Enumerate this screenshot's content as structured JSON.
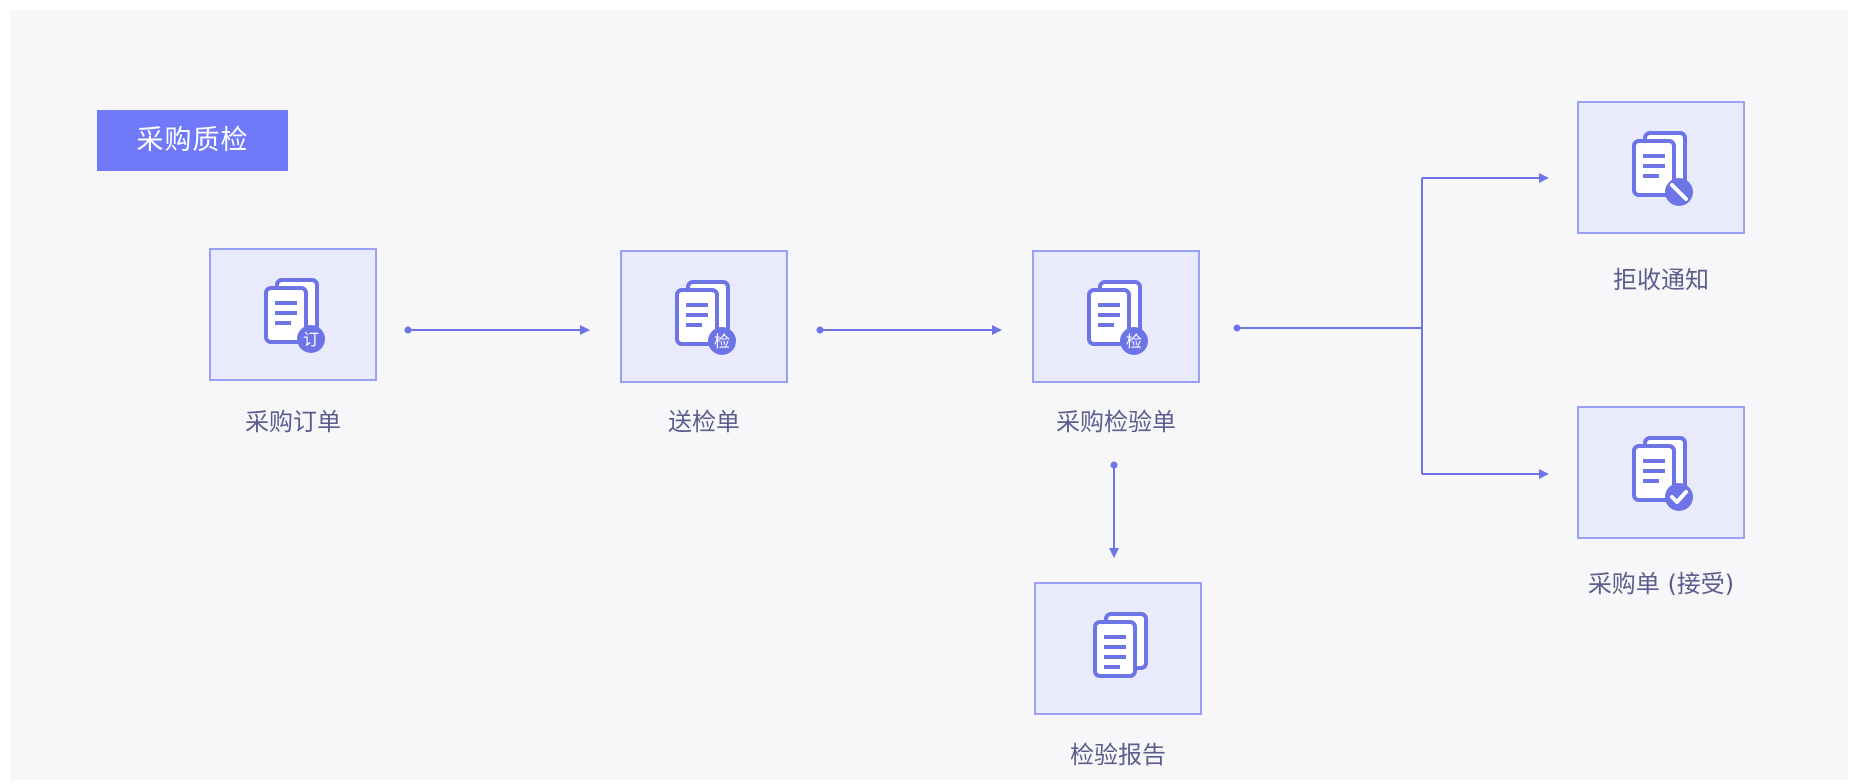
{
  "title": "采购质检",
  "nodes": {
    "purchase_order": {
      "label": "采购订单",
      "badge": "订",
      "icon": "document-icon"
    },
    "inspection_request": {
      "label": "送检单",
      "badge": "检",
      "icon": "document-icon"
    },
    "purchase_inspection": {
      "label": "采购检验单",
      "badge": "检",
      "icon": "document-icon"
    },
    "inspection_report": {
      "label": "检验报告",
      "icon": "document-icon"
    },
    "rejection_notice": {
      "label": "拒收通知",
      "icon": "document-reject-icon"
    },
    "purchase_accepted": {
      "label": "采购单 (接受)",
      "icon": "document-check-icon"
    }
  },
  "colors": {
    "accent": "#7079f8",
    "node_fill": "#e9eafb",
    "node_border": "#9aa0f2",
    "line": "#6c74e6",
    "label": "#5b5d8c"
  }
}
